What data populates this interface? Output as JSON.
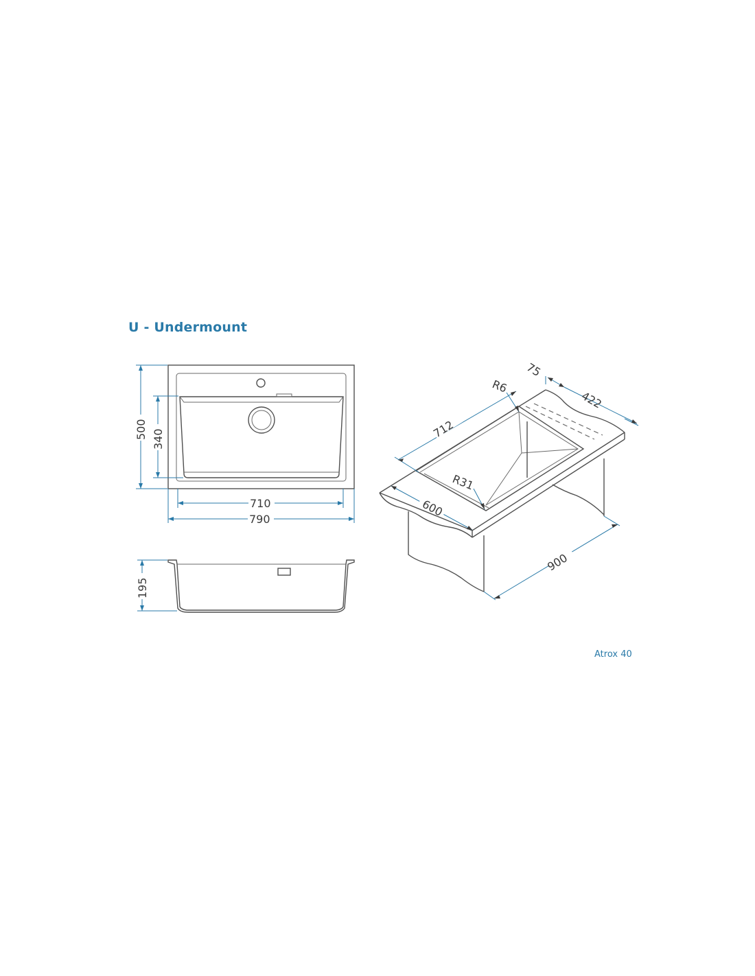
{
  "title": "U - Undermount",
  "model": "Atrox 40",
  "colors": {
    "accent": "#2a7aa8",
    "line": "#4f4f4f"
  },
  "top_view": {
    "height_outer": "500",
    "height_inner": "340",
    "width_inner": "710",
    "width_outer": "790"
  },
  "side_view": {
    "depth": "195"
  },
  "iso_view": {
    "edge_offset": "75",
    "corner_radius_small": "R6",
    "length_bowl": "712",
    "width_rear": "422",
    "corner_radius_large": "R31",
    "depth_front": "600",
    "cabinet_width": "900"
  }
}
